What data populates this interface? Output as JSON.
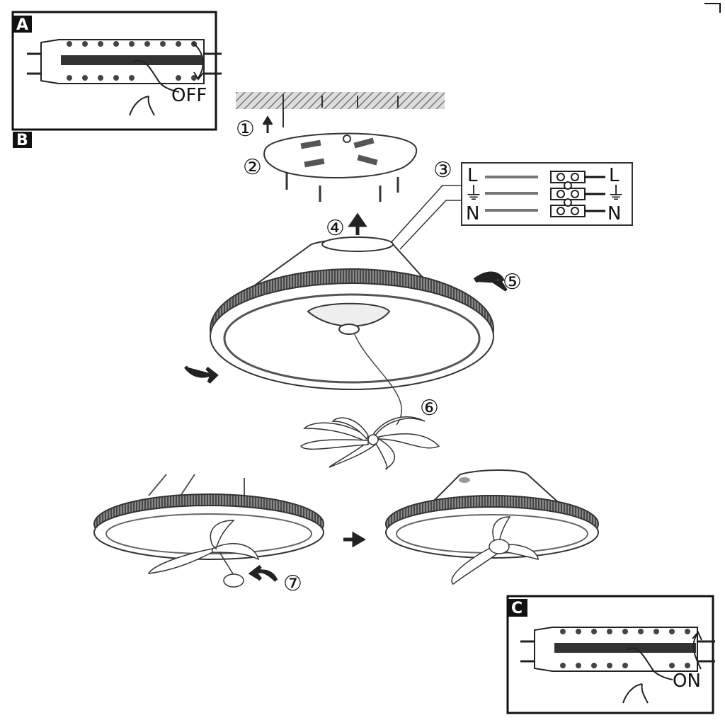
{
  "panels": {
    "a": {
      "letter": "A",
      "caption": "OFF"
    },
    "b": {
      "letter": "B"
    },
    "c": {
      "letter": "C",
      "caption": "ON"
    }
  },
  "steps": [
    "①",
    "②",
    "③",
    "④",
    "⑤",
    "⑥",
    "⑦"
  ],
  "wiring": {
    "left": [
      "L",
      "⏚",
      "N"
    ],
    "right": [
      "L",
      "⏚",
      "N"
    ]
  },
  "colors": {
    "ink": "#111111",
    "hatch": "#777777",
    "ring": "#555555"
  }
}
